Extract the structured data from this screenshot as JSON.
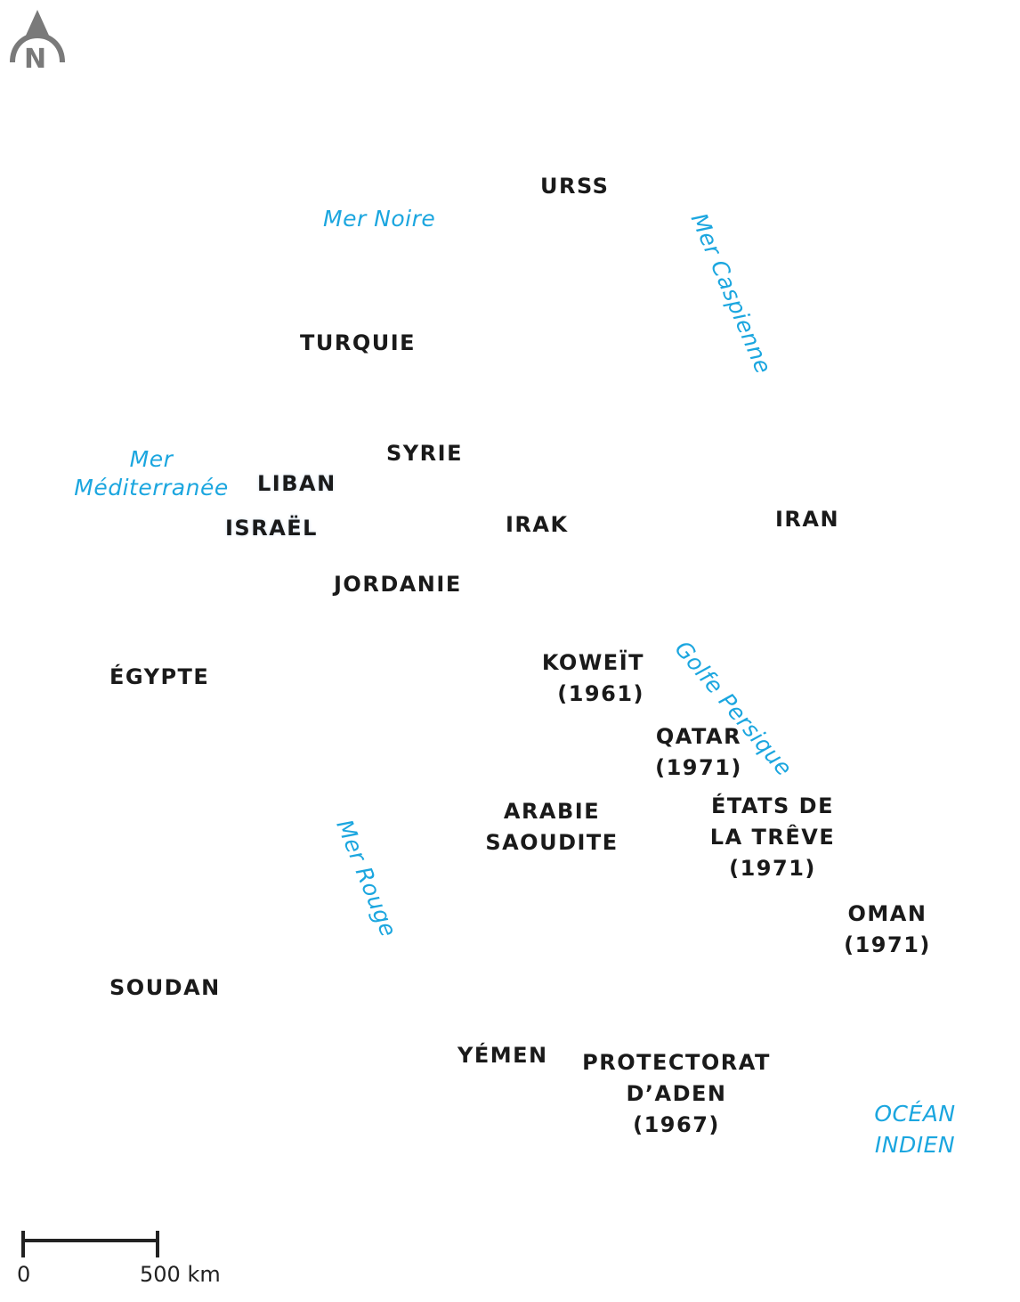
{
  "colors": {
    "water_label": "#1ba6df",
    "country_label": "#1a1a1a",
    "compass": "#7a7a7a"
  },
  "compass": {
    "letter": "N",
    "icon": "north-arrow-icon"
  },
  "countries": {
    "urss": "URSS",
    "turquie": "TURQUIE",
    "syrie": "SYRIE",
    "liban": "LIBAN",
    "israel": "ISRAËL",
    "jordanie": "JORDANIE",
    "irak": "IRAK",
    "iran": "IRAN",
    "egypte": "ÉGYPTE",
    "koweit": {
      "name": "KOWEÏT",
      "year": "(1961)"
    },
    "qatar": {
      "name": "QATAR",
      "year": "(1971)"
    },
    "arabie": {
      "line1": "ARABIE",
      "line2": "SAOUDITE"
    },
    "etats_treve": {
      "line1": "ÉTATS DE",
      "line2": "LA TRÊVE",
      "year": "(1971)"
    },
    "oman": {
      "name": "OMAN",
      "year": "(1971)"
    },
    "soudan": "SOUDAN",
    "yemen": "YÉMEN",
    "aden": {
      "line1": "PROTECTORAT",
      "line2": "D’ADEN",
      "year": "(1967)"
    }
  },
  "waters": {
    "mer_noire": "Mer Noire",
    "mer_caspienne": "Mer Caspienne",
    "mediterranee": {
      "line1": "Mer",
      "line2": "Méditerranée"
    },
    "golfe_persique": "Golfe Persique",
    "mer_rouge": "Mer Rouge",
    "ocean_indien": {
      "line1": "OCÉAN",
      "line2": "INDIEN"
    }
  },
  "scale": {
    "start": "0",
    "end": "500 km"
  }
}
